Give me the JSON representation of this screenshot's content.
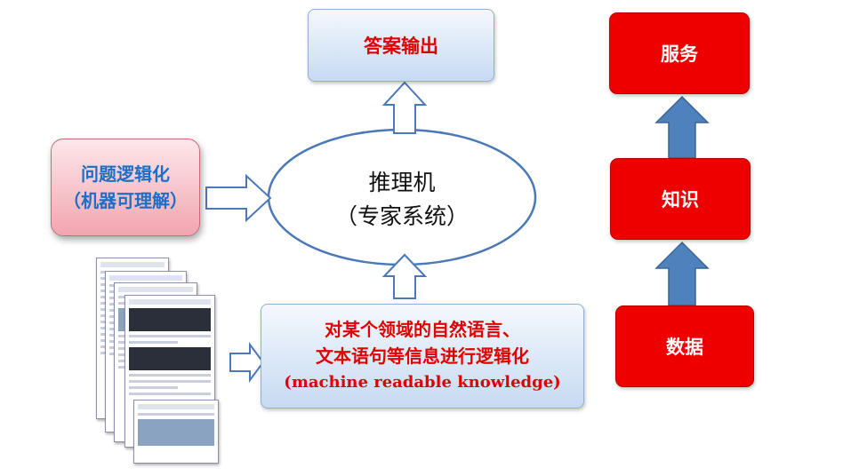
{
  "boxes": {
    "answer": "答案输出",
    "problem": {
      "line1": "问题逻辑化",
      "line2": "（机器可理解）"
    },
    "engine": {
      "line1": "推理机",
      "line2": "（专家系统）"
    },
    "logic": {
      "line1": "对某个领域的自然语言、",
      "line2": "文本语句等信息进行逻辑化",
      "line3": "(machine readable knowledge)"
    }
  },
  "hierarchy": {
    "top": "服务",
    "middle": "知识",
    "bottom": "数据"
  },
  "colors": {
    "red": "#ee0000",
    "arrow_blue": "#4f81bd",
    "outline_blue": "#4a78b8",
    "text_blue": "#1b6fc8",
    "text_red": "#e00000"
  },
  "icons": [
    "document-stack-icon",
    "hollow-arrow-icon",
    "solid-arrow-icon"
  ]
}
